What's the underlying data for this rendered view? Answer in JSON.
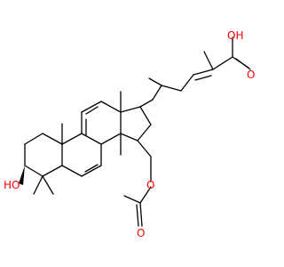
{
  "molecule": {
    "atom_labels": {
      "oh_top": "OH",
      "o_carbonyl_top": "O",
      "ho_left": "HO",
      "o_ester": "O",
      "o_acetyl": "O"
    },
    "label_color": "#ff0000",
    "bond_color": "#000000"
  }
}
